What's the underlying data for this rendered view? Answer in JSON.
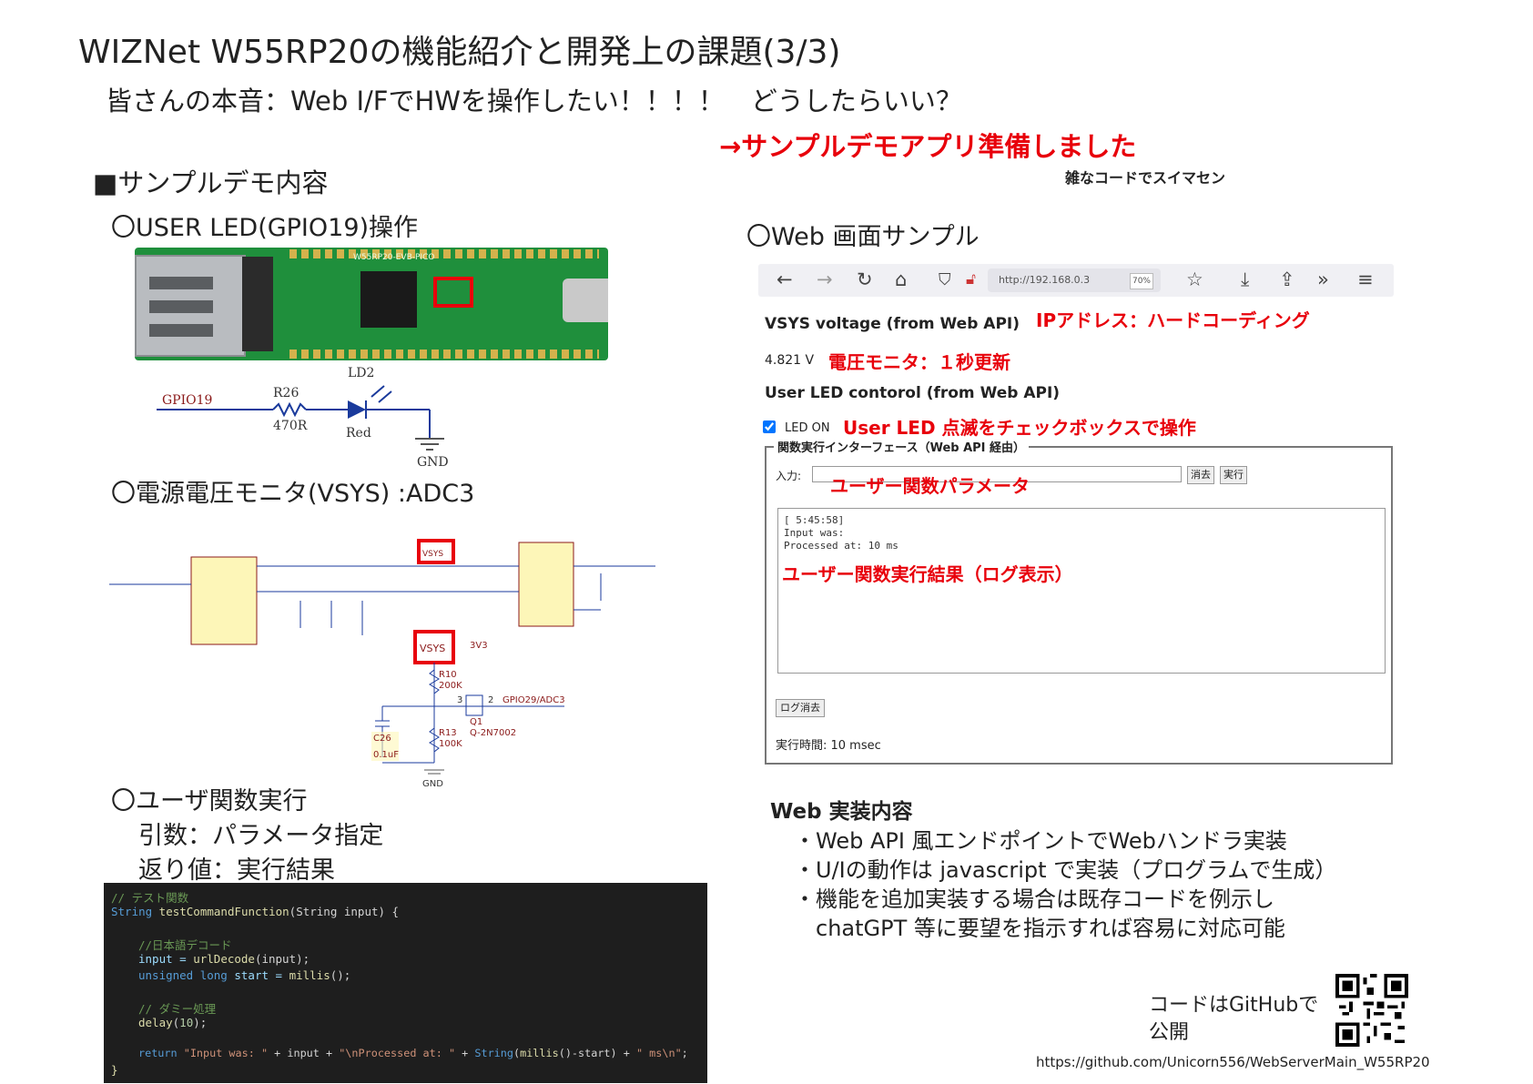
{
  "title": "WIZNet W55RP20の機能紹介と開発上の課題(3/3)",
  "subtitle": "皆さんの本音：Web I/FでHWを操作したい！！！！　どうしたらいい？",
  "callout": "→サンプルデモアプリ準備しました",
  "apology": "雑なコードでスイマセン",
  "demo_heading": "■サンプルデモ内容",
  "left": {
    "led_heading": "〇USER LED(GPIO19)操作",
    "board_label": "W55RP20-EVB-PICO",
    "led_schematic": {
      "gpio": "GPIO19",
      "resistor": "R26",
      "res_value": "470R",
      "led": "LD2",
      "led_color": "Red",
      "gnd": "GND"
    },
    "vsys_heading": "〇電源電圧モニタ(VSYS) :ADC3",
    "vsys_schematic": {
      "vsys_top": "VSYS",
      "vsys_box": "VSYS",
      "v3": "3V3",
      "r10": "R10",
      "r10v": "200K",
      "r13": "R13",
      "r13v": "100K",
      "c26": "C26",
      "c26v": "0.1uF",
      "q1": "Q1",
      "q1v": "Q-2N7002",
      "adc": "GPIO29/ADC3",
      "gnd": "GND",
      "pin3": "3",
      "pin2": "2"
    },
    "user_func_heading": "〇ユーザ関数実行",
    "args_line": "引数：パラメータ指定",
    "ret_line": "返り値：実行結果"
  },
  "code_lines": {
    "l1": "// テスト関数",
    "l2a": "String",
    "l2b": " testCommandFunction",
    "l2c": "(String input) {",
    "l3": "//日本語デコード",
    "l4a": "input = ",
    "l4b": "urlDecode",
    "l4c": "(input);",
    "l5a": "unsigned long",
    "l5b": " start = ",
    "l5c": "millis",
    "l5d": "();",
    "l6": "// ダミー処理",
    "l7a": "delay",
    "l7b": "(",
    "l7c": "10",
    "l7d": ");",
    "l8a": "return ",
    "l8b": "\"Input was: \"",
    "l8c": " + input + ",
    "l8d": "\"\\nProcessed at: \"",
    "l8e": " + ",
    "l8f": "String",
    "l8g": "(",
    "l8h": "millis",
    "l8i": "()-start) + ",
    "l8j": "\" ms\\n\"",
    "l8k": ";",
    "l9": "}"
  },
  "right": {
    "web_heading": "〇Web 画面サンプル",
    "browser": {
      "url": "http://192.168.0.3",
      "zoom": "70%",
      "icons": [
        "back-icon",
        "forward-icon",
        "reload-icon",
        "home-icon",
        "shield-icon",
        "lock-icon",
        "star-icon",
        "download-icon",
        "extensions-icon",
        "more-icon",
        "menu-icon"
      ]
    },
    "vsys_label": "VSYS voltage (from Web API)",
    "ip_note": "IPアドレス：ハードコーディング",
    "voltage_value": "4.821 V",
    "voltage_note": "電圧モニタ：１秒更新",
    "led_ctrl_label": "User LED contorol (from Web API)",
    "led_checkbox_label": "LED ON",
    "led_checked": true,
    "led_note": "User LED 点滅をチェックボックスで操作",
    "fieldset_legend": "関数実行インターフェース（Web API 経由）",
    "input_label": "入力:",
    "param_note": "ユーザー関数パラメータ",
    "clear_btn": "消去",
    "run_btn": "実行",
    "log_lines": [
      "[ 5:45:58]",
      "Input was:",
      "Processed at: 10 ms"
    ],
    "log_note": "ユーザー関数実行結果（ログ表示）",
    "log_clear_btn": "ログ消去",
    "exec_time": "実行時間: 10 msec"
  },
  "impl": {
    "heading": "Web 実装内容",
    "items": [
      "・Web API 風エンドポイントでWebハンドラ実装",
      "・U/Iの動作は javascript で実装（プログラムで生成）",
      "・機能を追加実装する場合は既存コードを例示し",
      "　chatGPT 等に要望を指示すれば容易に対応可能"
    ]
  },
  "github": {
    "line1": "コードはGitHubで",
    "line2": "公開",
    "url": "https://github.com/Unicorn556/WebServerMain_W55RP20"
  },
  "colors": {
    "accent_red": "#e8000b",
    "board_green": "#1f8f3c",
    "code_bg": "#1e1e1e"
  }
}
